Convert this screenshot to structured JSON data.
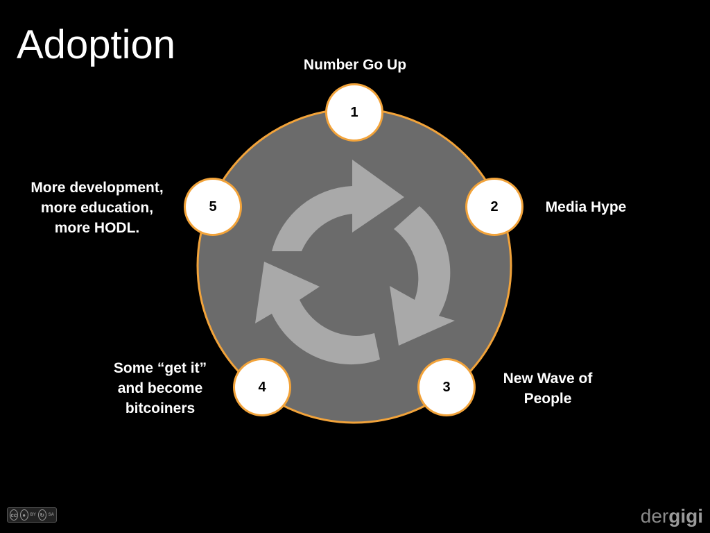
{
  "title": "Adoption",
  "nodes": [
    {
      "number": "1",
      "label": [
        "Number Go Up"
      ]
    },
    {
      "number": "2",
      "label": [
        "Media Hype"
      ]
    },
    {
      "number": "3",
      "label": [
        "New Wave of",
        "People"
      ]
    },
    {
      "number": "4",
      "label": [
        "Some “get it”",
        "and become",
        "bitcoiners"
      ]
    },
    {
      "number": "5",
      "label": [
        "More development,",
        "more education,",
        "more HODL."
      ]
    }
  ],
  "colors": {
    "background": "#000000",
    "ring_fill": "#6b6b6b",
    "ring_stroke": "#f2a33a",
    "arrows": "#a9a9a9",
    "node_fill": "#ffffff",
    "text": "#ffffff"
  },
  "footer": {
    "license_icon": "cc-by-sa-icon",
    "license_by": "BY",
    "license_sa": "SA",
    "brand_prefix": "der",
    "brand_suffix": "gigi"
  }
}
